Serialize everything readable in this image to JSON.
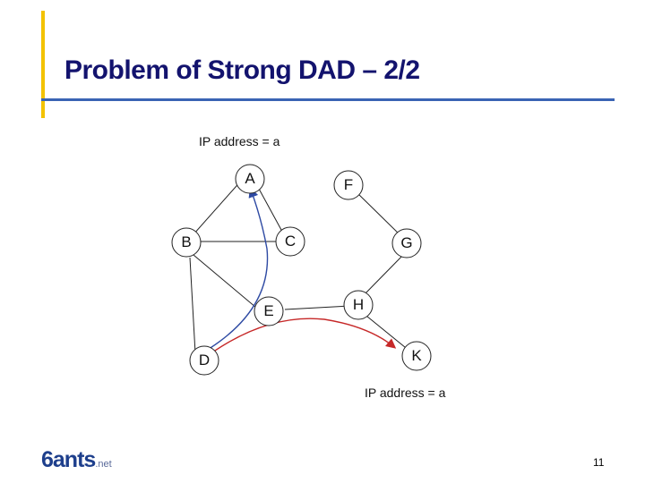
{
  "slide": {
    "title": "Problem of Strong DAD – 2/2",
    "page_number": "11"
  },
  "diagram": {
    "ip_label_top": "IP address = a",
    "ip_label_bottom": "IP address = a",
    "nodes": {
      "A": "A",
      "B": "B",
      "C": "C",
      "D": "D",
      "E": "E",
      "F": "F",
      "G": "G",
      "H": "H",
      "K": "K"
    },
    "colors": {
      "blue_path": "#2e4aa3",
      "red_path": "#c62828",
      "brand": "#1e3f8c",
      "accent_bar": "#f3c200"
    }
  },
  "footer": {
    "logo_text": "6ants",
    "logo_suffix": ".net"
  }
}
